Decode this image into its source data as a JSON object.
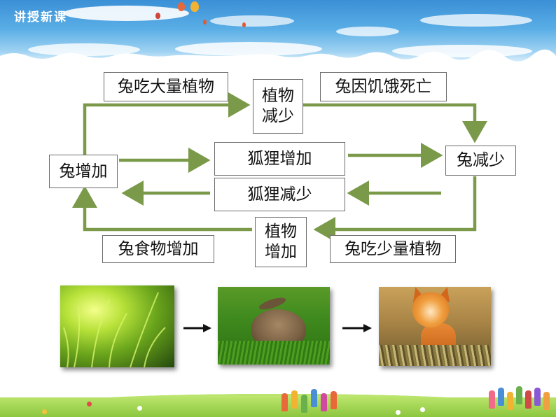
{
  "header": {
    "label": "讲授新课"
  },
  "diagram": {
    "nodes": {
      "rabbit_increase": "兔增加",
      "plants_decrease": [
        "植物",
        "减少"
      ],
      "rabbit_decrease": "兔减少",
      "plants_increase": [
        "植物",
        "增加"
      ],
      "fox_increase": "狐狸增加",
      "fox_decrease": "狐狸减少"
    },
    "edge_labels": {
      "rabbit_eats_lots": "兔吃大量植物",
      "rabbit_starves": "兔因饥饿死亡",
      "rabbit_eats_less": "兔吃少量植物",
      "rabbit_food_increase": "兔食物增加"
    },
    "arrow_color": "#7a9a4a"
  },
  "food_chain": {
    "items": [
      "grass-photo",
      "rabbit-photo",
      "fox-photo"
    ],
    "connector_icon": "right-arrow-icon"
  }
}
